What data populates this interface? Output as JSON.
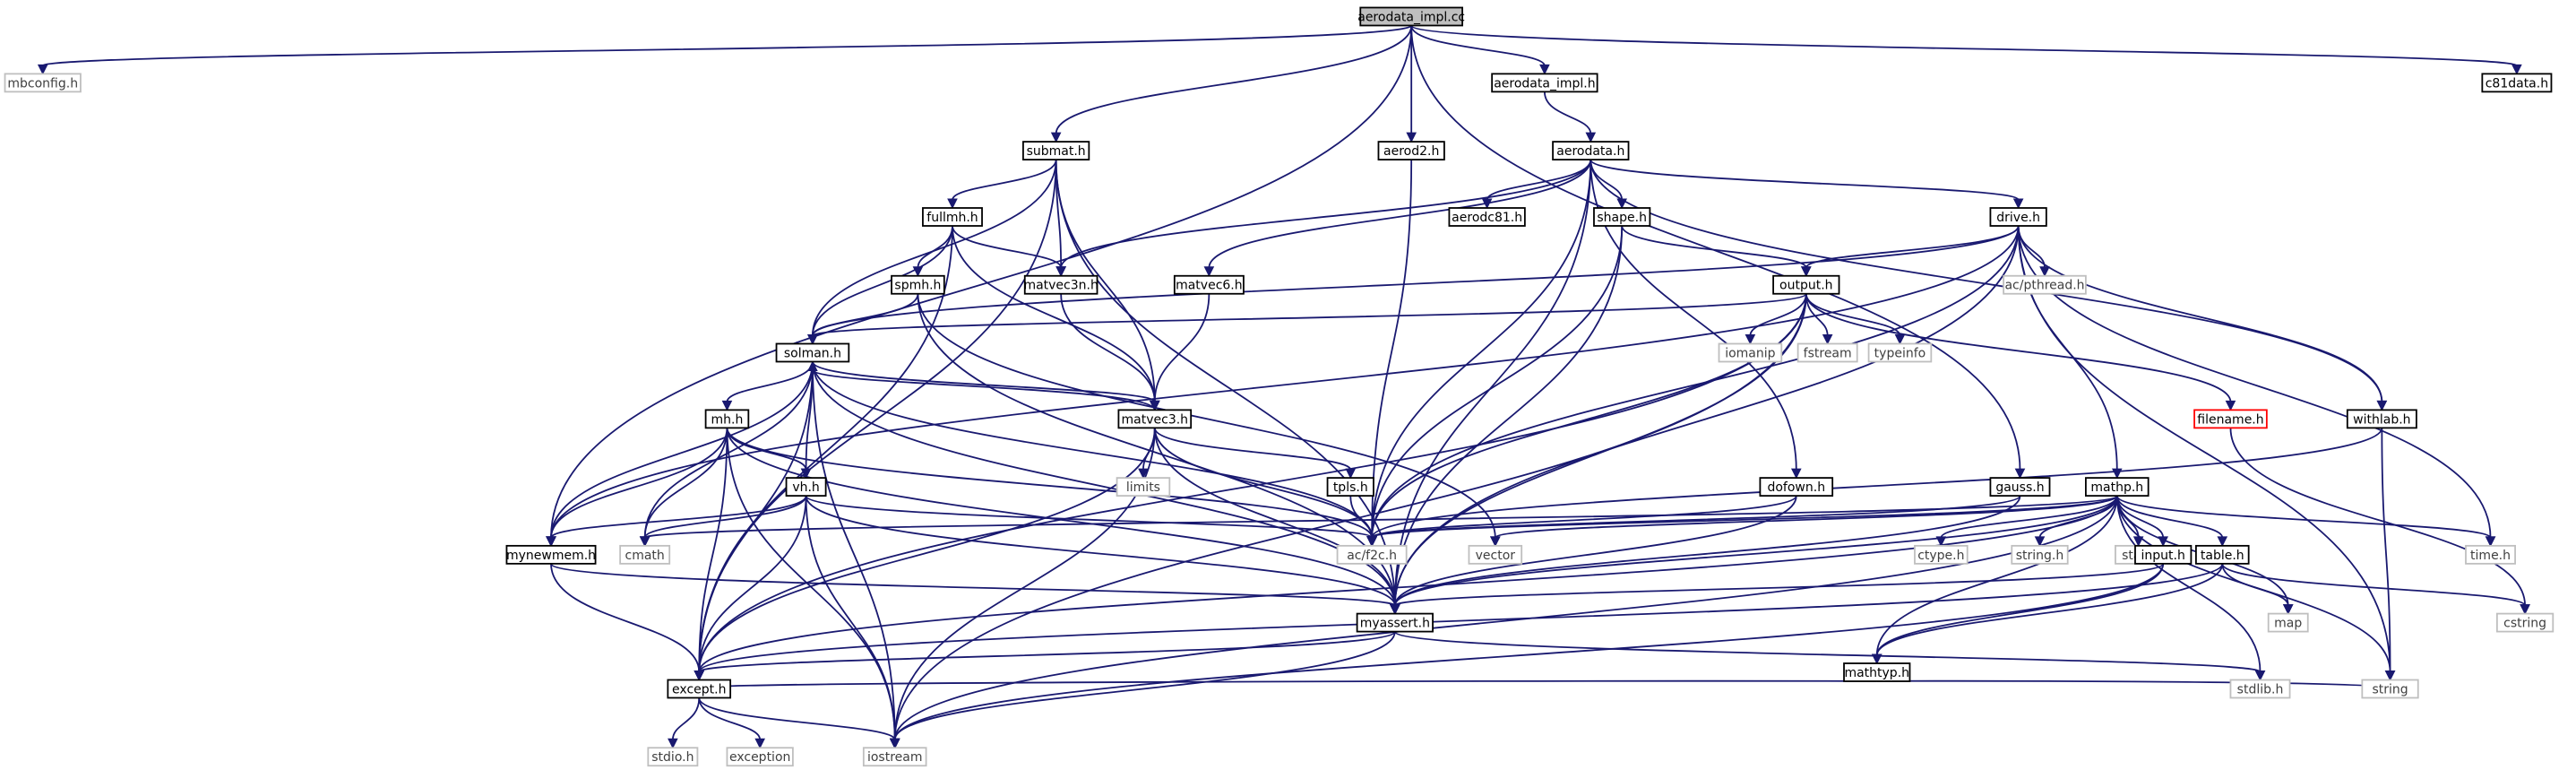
{
  "diagram": {
    "type": "include-dependency-graph",
    "colors": {
      "edge": "#191970",
      "root_fill": "#bfbfbf",
      "node_border": "#000000",
      "external_border": "#bfbfbf",
      "missing_border": "#ff0000",
      "text": "#000000",
      "external_text": "#404040"
    },
    "nodes": [
      {
        "id": "aerodata_impl_cc",
        "label": "aerodata_impl.cc",
        "kind": "root"
      },
      {
        "id": "mbconfig",
        "label": "mbconfig.h",
        "kind": "external"
      },
      {
        "id": "submat",
        "label": "submat.h",
        "kind": "local"
      },
      {
        "id": "aerod2",
        "label": "aerod2.h",
        "kind": "local"
      },
      {
        "id": "aerodata_impl_h",
        "label": "aerodata_impl.h",
        "kind": "local"
      },
      {
        "id": "c81data",
        "label": "c81data.h",
        "kind": "local"
      },
      {
        "id": "aerodata",
        "label": "aerodata.h",
        "kind": "local"
      },
      {
        "id": "fullmh",
        "label": "fullmh.h",
        "kind": "local"
      },
      {
        "id": "aerodc81",
        "label": "aerodc81.h",
        "kind": "local"
      },
      {
        "id": "shape",
        "label": "shape.h",
        "kind": "local"
      },
      {
        "id": "drive",
        "label": "drive.h",
        "kind": "local"
      },
      {
        "id": "spmh",
        "label": "spmh.h",
        "kind": "local"
      },
      {
        "id": "matvec3n",
        "label": "matvec3n.h",
        "kind": "local"
      },
      {
        "id": "matvec6",
        "label": "matvec6.h",
        "kind": "local"
      },
      {
        "id": "output",
        "label": "output.h",
        "kind": "local"
      },
      {
        "id": "acpthread",
        "label": "ac/pthread.h",
        "kind": "external"
      },
      {
        "id": "solman",
        "label": "solman.h",
        "kind": "local"
      },
      {
        "id": "iomanip",
        "label": "iomanip",
        "kind": "external"
      },
      {
        "id": "fstream",
        "label": "fstream",
        "kind": "external"
      },
      {
        "id": "typeinfo",
        "label": "typeinfo",
        "kind": "external"
      },
      {
        "id": "mh",
        "label": "mh.h",
        "kind": "local"
      },
      {
        "id": "matvec3",
        "label": "matvec3.h",
        "kind": "local"
      },
      {
        "id": "filename",
        "label": "filename.h",
        "kind": "missing"
      },
      {
        "id": "withlab",
        "label": "withlab.h",
        "kind": "local"
      },
      {
        "id": "limits",
        "label": "limits",
        "kind": "external"
      },
      {
        "id": "vh",
        "label": "vh.h",
        "kind": "local"
      },
      {
        "id": "tpls",
        "label": "tpls.h",
        "kind": "local"
      },
      {
        "id": "dofown",
        "label": "dofown.h",
        "kind": "local"
      },
      {
        "id": "gauss",
        "label": "gauss.h",
        "kind": "local"
      },
      {
        "id": "mathp",
        "label": "mathp.h",
        "kind": "local"
      },
      {
        "id": "mynewmem",
        "label": "mynewmem.h",
        "kind": "local"
      },
      {
        "id": "cmath",
        "label": "cmath",
        "kind": "external"
      },
      {
        "id": "acf2c",
        "label": "ac/f2c.h",
        "kind": "external"
      },
      {
        "id": "vector",
        "label": "vector",
        "kind": "external"
      },
      {
        "id": "ctype",
        "label": "ctype.h",
        "kind": "external"
      },
      {
        "id": "string_h",
        "label": "string.h",
        "kind": "external"
      },
      {
        "id": "stack",
        "label": "stack",
        "kind": "external"
      },
      {
        "id": "input",
        "label": "input.h",
        "kind": "local"
      },
      {
        "id": "table",
        "label": "table.h",
        "kind": "local"
      },
      {
        "id": "time",
        "label": "time.h",
        "kind": "external"
      },
      {
        "id": "myassert",
        "label": "myassert.h",
        "kind": "local"
      },
      {
        "id": "map",
        "label": "map",
        "kind": "external"
      },
      {
        "id": "cstring",
        "label": "cstring",
        "kind": "external"
      },
      {
        "id": "mathtyp",
        "label": "mathtyp.h",
        "kind": "local"
      },
      {
        "id": "except",
        "label": "except.h",
        "kind": "local"
      },
      {
        "id": "stdlib",
        "label": "stdlib.h",
        "kind": "external"
      },
      {
        "id": "string",
        "label": "string",
        "kind": "external"
      },
      {
        "id": "stdio",
        "label": "stdio.h",
        "kind": "external"
      },
      {
        "id": "exception",
        "label": "exception",
        "kind": "external"
      },
      {
        "id": "iostream",
        "label": "iostream",
        "kind": "external"
      }
    ],
    "edges": [
      [
        "aerodata_impl_cc",
        "mbconfig"
      ],
      [
        "aerodata_impl_cc",
        "submat"
      ],
      [
        "aerodata_impl_cc",
        "aerod2"
      ],
      [
        "aerodata_impl_cc",
        "aerodata_impl_h"
      ],
      [
        "aerodata_impl_cc",
        "c81data"
      ],
      [
        "aerodata_impl_cc",
        "mynewmem"
      ],
      [
        "aerodata_impl_cc",
        "gauss"
      ],
      [
        "aerodata_impl_h",
        "aerodata"
      ],
      [
        "submat",
        "fullmh"
      ],
      [
        "submat",
        "matvec3n"
      ],
      [
        "submat",
        "matvec3"
      ],
      [
        "submat",
        "solman"
      ],
      [
        "submat",
        "myassert"
      ],
      [
        "submat",
        "except"
      ],
      [
        "aerod2",
        "acf2c"
      ],
      [
        "aerodata",
        "aerodc81"
      ],
      [
        "aerodata",
        "shape"
      ],
      [
        "aerodata",
        "drive"
      ],
      [
        "aerodata",
        "matvec6"
      ],
      [
        "aerodata",
        "matvec3n"
      ],
      [
        "aerodata",
        "withlab"
      ],
      [
        "aerodata",
        "dofown"
      ],
      [
        "aerodata",
        "acf2c"
      ],
      [
        "aerodata",
        "myassert"
      ],
      [
        "fullmh",
        "spmh"
      ],
      [
        "fullmh",
        "matvec3n"
      ],
      [
        "fullmh",
        "matvec3"
      ],
      [
        "fullmh",
        "solman"
      ],
      [
        "fullmh",
        "except"
      ],
      [
        "spmh",
        "solman"
      ],
      [
        "spmh",
        "vector"
      ],
      [
        "spmh",
        "myassert"
      ],
      [
        "matvec3n",
        "matvec3"
      ],
      [
        "matvec6",
        "matvec3"
      ],
      [
        "shape",
        "output"
      ],
      [
        "shape",
        "acf2c"
      ],
      [
        "shape",
        "myassert"
      ],
      [
        "drive",
        "output"
      ],
      [
        "drive",
        "acpthread"
      ],
      [
        "drive",
        "withlab"
      ],
      [
        "drive",
        "mathp"
      ],
      [
        "drive",
        "time"
      ],
      [
        "drive",
        "solman"
      ],
      [
        "drive",
        "mynewmem"
      ],
      [
        "drive",
        "acf2c"
      ],
      [
        "drive",
        "myassert"
      ],
      [
        "drive",
        "string"
      ],
      [
        "output",
        "iomanip"
      ],
      [
        "output",
        "fstream"
      ],
      [
        "output",
        "typeinfo"
      ],
      [
        "output",
        "filename"
      ],
      [
        "output",
        "solman"
      ],
      [
        "output",
        "except"
      ],
      [
        "output",
        "acf2c"
      ],
      [
        "output",
        "myassert"
      ],
      [
        "output",
        "iostream"
      ],
      [
        "solman",
        "mh"
      ],
      [
        "solman",
        "vh"
      ],
      [
        "solman",
        "matvec3"
      ],
      [
        "solman",
        "mynewmem"
      ],
      [
        "solman",
        "cmath"
      ],
      [
        "solman",
        "acf2c"
      ],
      [
        "solman",
        "myassert"
      ],
      [
        "solman",
        "except"
      ],
      [
        "solman",
        "iostream"
      ],
      [
        "mh",
        "vh"
      ],
      [
        "mh",
        "mynewmem"
      ],
      [
        "mh",
        "cmath"
      ],
      [
        "mh",
        "acf2c"
      ],
      [
        "mh",
        "myassert"
      ],
      [
        "mh",
        "except"
      ],
      [
        "mh",
        "iostream"
      ],
      [
        "vh",
        "mynewmem"
      ],
      [
        "vh",
        "cmath"
      ],
      [
        "vh",
        "acf2c"
      ],
      [
        "vh",
        "myassert"
      ],
      [
        "vh",
        "except"
      ],
      [
        "vh",
        "iostream"
      ],
      [
        "matvec3",
        "solman"
      ],
      [
        "matvec3",
        "limits"
      ],
      [
        "matvec3",
        "tpls"
      ],
      [
        "matvec3",
        "acf2c"
      ],
      [
        "matvec3",
        "myassert"
      ],
      [
        "matvec3",
        "except"
      ],
      [
        "matvec3",
        "iostream"
      ],
      [
        "tpls",
        "acf2c"
      ],
      [
        "withlab",
        "acf2c"
      ],
      [
        "withlab",
        "string"
      ],
      [
        "filename",
        "cstring"
      ],
      [
        "dofown",
        "acf2c"
      ],
      [
        "dofown",
        "myassert"
      ],
      [
        "gauss",
        "acf2c"
      ],
      [
        "gauss",
        "myassert"
      ],
      [
        "mathp",
        "acf2c"
      ],
      [
        "mathp",
        "vector"
      ],
      [
        "mathp",
        "cmath"
      ],
      [
        "mathp",
        "ctype"
      ],
      [
        "mathp",
        "string_h"
      ],
      [
        "mathp",
        "stack"
      ],
      [
        "mathp",
        "input"
      ],
      [
        "mathp",
        "table"
      ],
      [
        "mathp",
        "mathtyp"
      ],
      [
        "mathp",
        "myassert"
      ],
      [
        "mathp",
        "except"
      ],
      [
        "mathp",
        "time"
      ],
      [
        "mathp",
        "string"
      ],
      [
        "mathp",
        "stdlib"
      ],
      [
        "mathp",
        "map"
      ],
      [
        "mathp",
        "iostream"
      ],
      [
        "input",
        "mathtyp"
      ],
      [
        "input",
        "myassert"
      ],
      [
        "input",
        "iostream"
      ],
      [
        "table",
        "mathtyp"
      ],
      [
        "table",
        "map"
      ],
      [
        "table",
        "cstring"
      ],
      [
        "table",
        "except"
      ],
      [
        "mynewmem",
        "myassert"
      ],
      [
        "mynewmem",
        "except"
      ],
      [
        "mathtyp",
        "except"
      ],
      [
        "mathtyp",
        "string"
      ],
      [
        "myassert",
        "except"
      ],
      [
        "myassert",
        "stdlib"
      ],
      [
        "myassert",
        "iostream"
      ],
      [
        "except",
        "stdio"
      ],
      [
        "except",
        "exception"
      ],
      [
        "except",
        "iostream"
      ]
    ]
  }
}
